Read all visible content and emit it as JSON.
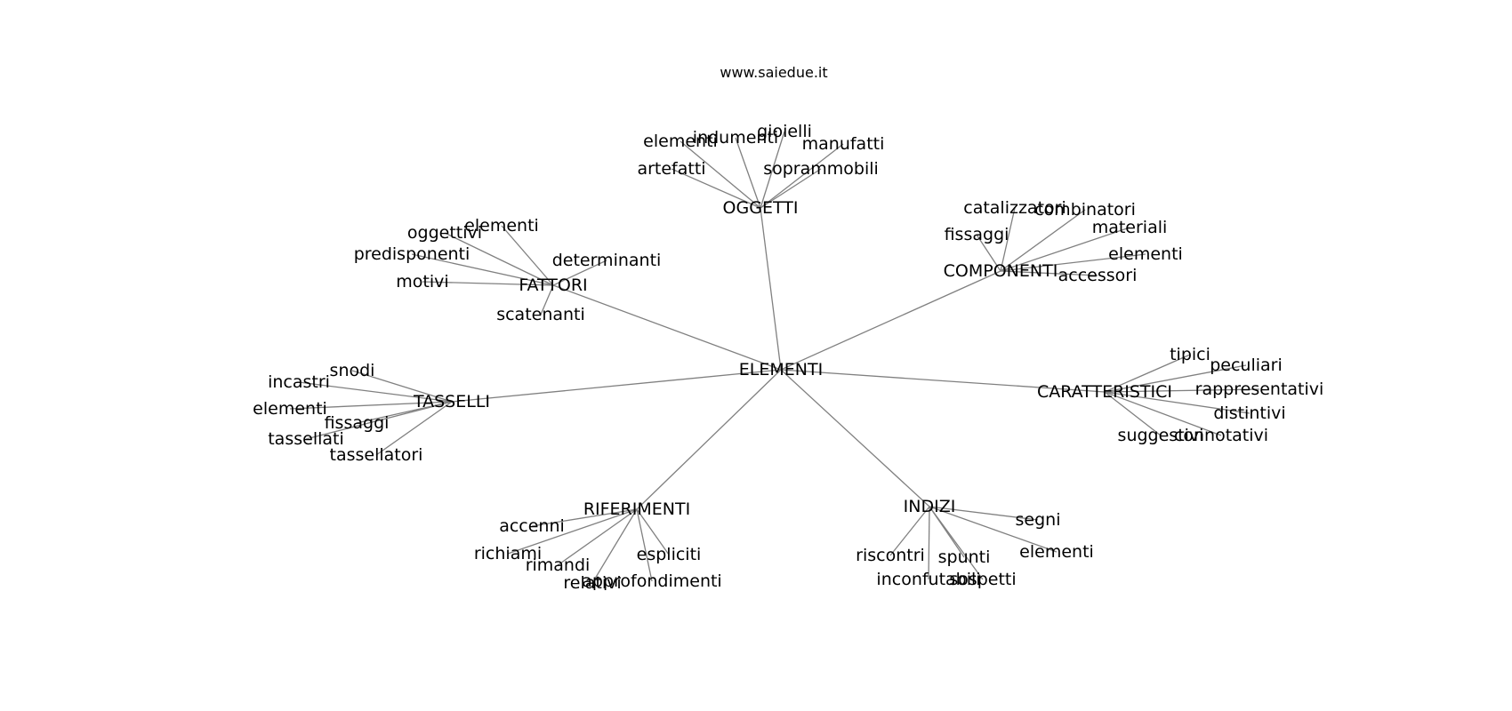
{
  "watermark": "www.saiedue.it",
  "diagram": {
    "center": "ELEMENTI",
    "hubs": [
      {
        "label": "OGGETTI",
        "leaves": [
          "artefatti",
          "elementi",
          "indumenti",
          "gioielli",
          "manufatti",
          "soprammobili"
        ]
      },
      {
        "label": "COMPONENTI",
        "leaves": [
          "catalizzatori",
          "combinatori",
          "fissaggi",
          "materiali",
          "elementi",
          "accessori"
        ]
      },
      {
        "label": "FATTORI",
        "leaves": [
          "elementi",
          "oggettivi",
          "predisponenti",
          "determinanti",
          "motivi",
          "scatenanti"
        ]
      },
      {
        "label": "TASSELLI",
        "leaves": [
          "snodi",
          "incastri",
          "elementi",
          "fissaggi",
          "tassellati",
          "tassellatori"
        ]
      },
      {
        "label": "CARATTERISTICI",
        "leaves": [
          "tipici",
          "peculiari",
          "rappresentativi",
          "distintivi",
          "suggestivi",
          "connotativi"
        ]
      },
      {
        "label": "RIFERIMENTI",
        "leaves": [
          "accenni",
          "richiami",
          "rimandi",
          "relativi",
          "approfondimenti",
          "espliciti"
        ]
      },
      {
        "label": "INDIZI",
        "leaves": [
          "segni",
          "riscontri",
          "spunti",
          "elementi",
          "inconfutabili",
          "sospetti"
        ]
      }
    ]
  }
}
